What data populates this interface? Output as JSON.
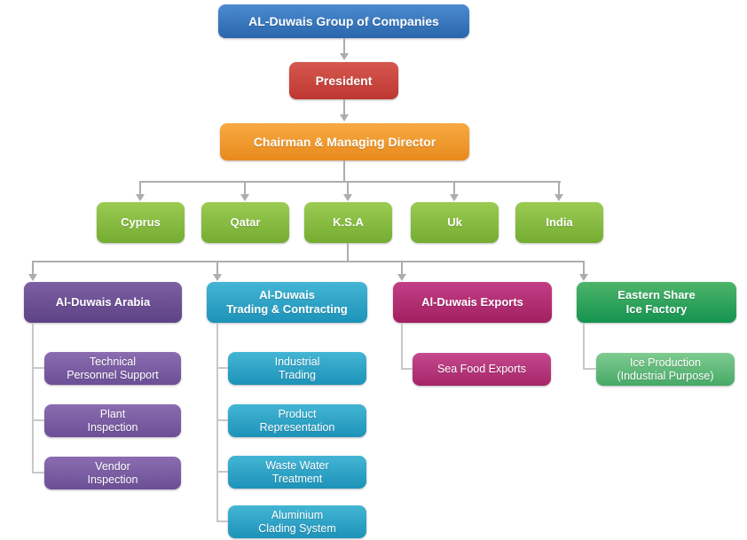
{
  "org": {
    "root": {
      "label": "AL-Duwais Group of Companies"
    },
    "president": {
      "label": "President"
    },
    "chairman": {
      "label": "Chairman & Managing Director"
    },
    "countries": [
      {
        "label": "Cyprus"
      },
      {
        "label": "Qatar"
      },
      {
        "label": "K.S.A"
      },
      {
        "label": "Uk"
      },
      {
        "label": "India"
      }
    ],
    "divisions": [
      {
        "label": "Al-Duwais Arabia",
        "children": [
          {
            "label": "Technical\nPersonnel Support"
          },
          {
            "label": "Plant\nInspection"
          },
          {
            "label": "Vendor\nInspection"
          }
        ]
      },
      {
        "label": "Al-Duwais\nTrading & Contracting",
        "children": [
          {
            "label": "Industrial\nTrading"
          },
          {
            "label": "Product\nRepresentation"
          },
          {
            "label": "Waste Water\nTreatment"
          },
          {
            "label": "Aluminium\nClading System"
          }
        ]
      },
      {
        "label": "Al-Duwais Exports",
        "children": [
          {
            "label": "Sea Food Exports"
          }
        ]
      },
      {
        "label": "Eastern Share\nIce Factory",
        "children": [
          {
            "label": "Ice Production\n(Industrial Purpose)"
          }
        ]
      }
    ]
  },
  "colors": {
    "blue": {
      "top": "#4b8bd0",
      "bottom": "#2b66ac"
    },
    "red": {
      "top": "#d65850",
      "bottom": "#bd3730"
    },
    "orange": {
      "top": "#f7ab41",
      "bottom": "#e8891d"
    },
    "green": {
      "top": "#9bcb52",
      "bottom": "#75ac32"
    },
    "purple": {
      "top": "#7d60a4",
      "bottom": "#5e4286"
    },
    "purpleLight": {
      "top": "#8b6cb0",
      "bottom": "#6b4f96"
    },
    "cyan": {
      "top": "#44b5d4",
      "bottom": "#1d93b9"
    },
    "magenta": {
      "top": "#c43e86",
      "bottom": "#a12061"
    },
    "magentaLight": {
      "top": "#c64a8e",
      "bottom": "#a52568"
    },
    "greenDark": {
      "top": "#4eb46a",
      "bottom": "#149450"
    },
    "greenLight": {
      "top": "#7ecb8f",
      "bottom": "#47a967"
    },
    "connector": "#adadad",
    "elbow": "#c8c8c8"
  }
}
